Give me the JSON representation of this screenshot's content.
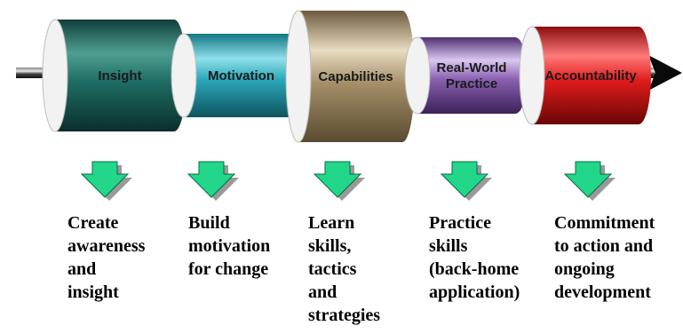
{
  "stages": [
    {
      "label": "Insight",
      "description": "Create\nawareness\nand\ninsight",
      "color": "#1f6e64"
    },
    {
      "label": "Motivation",
      "description": "Build\nmotivation\nfor change",
      "color": "#2aa7b8"
    },
    {
      "label": "Capabilities",
      "description": "Learn\nskills,\ntactics\nand\nstrategies",
      "color": "#a6906a"
    },
    {
      "label": "Real-World Practice",
      "label_lines": [
        "Real-World",
        "Practice"
      ],
      "description": "Practice\nskills\n(back-home\napplication)",
      "color": "#8a5fb0"
    },
    {
      "label": "Accountability",
      "description": "Commitment\nto action and\nongoing\ndevelopment",
      "color": "#e01b1b"
    }
  ],
  "arrow_color": "#22d68a",
  "axle_color": "#1a1a1a"
}
